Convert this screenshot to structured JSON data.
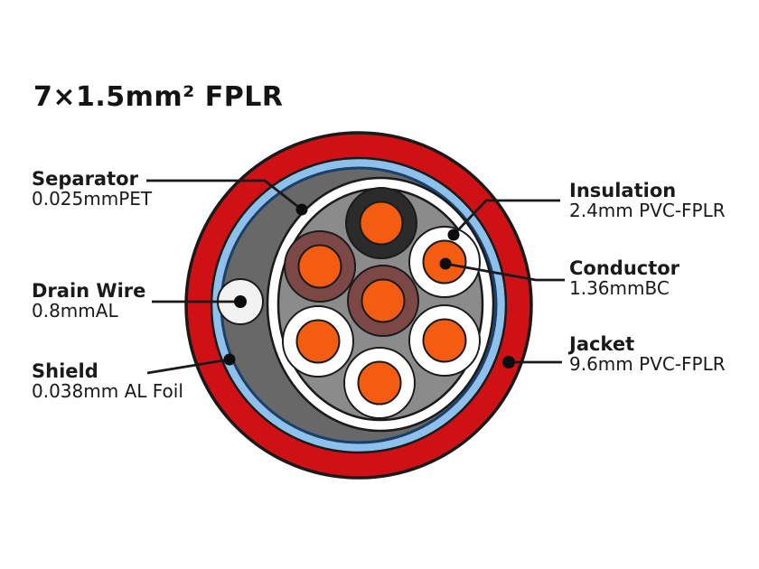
{
  "title": "7×1.5mm² FPLR",
  "colors": {
    "jacket_red": "#cf1116",
    "shield_blue": "#8dc1eb",
    "shield_inner_line": "#1c3f69",
    "filler_gray": "#686868",
    "inner_gray": "#8b8b8b",
    "separator_white": "#ffffff",
    "core_black": "#2b2b2b",
    "core_maroon": "#7b4846",
    "core_white": "#ffffff",
    "conductor_orange": "#f45c12",
    "drain_white": "#f2f2f2",
    "outline": "#1a1a1a",
    "text": "#1a1a1a"
  },
  "labels": {
    "separator": {
      "name": "Separator",
      "value": "0.025mmPET"
    },
    "drain_wire": {
      "name": "Drain Wire",
      "value": "0.8mmAL"
    },
    "shield": {
      "name": "Shield",
      "value": "0.038mm AL Foil"
    },
    "insulation": {
      "name": "Insulation",
      "value": "2.4mm PVC-FPLR"
    },
    "conductor": {
      "name": "Conductor",
      "value": "1.36mmBC"
    },
    "jacket": {
      "name": "Jacket",
      "value": "9.6mm PVC-FPLR"
    }
  },
  "cable": {
    "description": "7-core cable cross-section",
    "core_count": 7,
    "cores": [
      {
        "insulation": "black"
      },
      {
        "insulation": "maroon"
      },
      {
        "insulation": "maroon"
      },
      {
        "insulation": "white"
      },
      {
        "insulation": "white"
      },
      {
        "insulation": "white"
      },
      {
        "insulation": "white"
      }
    ]
  }
}
